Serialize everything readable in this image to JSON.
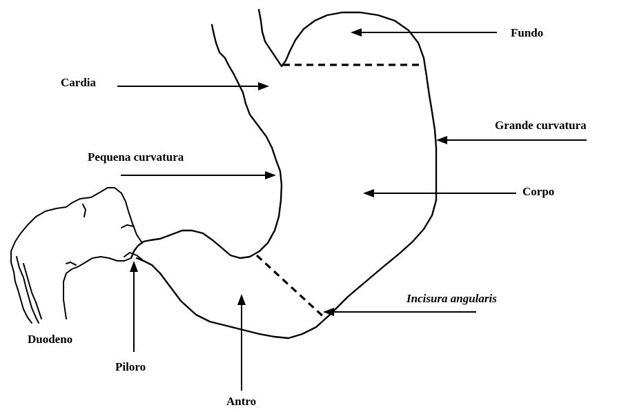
{
  "diagram": {
    "labels": {
      "fundo": "Fundo",
      "cardia": "Cardia",
      "grande_curvatura": "Grande curvatura",
      "pequena_curvatura": "Pequena curvatura",
      "corpo": "Corpo",
      "incisura_angularis": "Incisura angularis",
      "duodeno": "Duodeno",
      "piloro": "Piloro",
      "antro": "Antro"
    }
  }
}
